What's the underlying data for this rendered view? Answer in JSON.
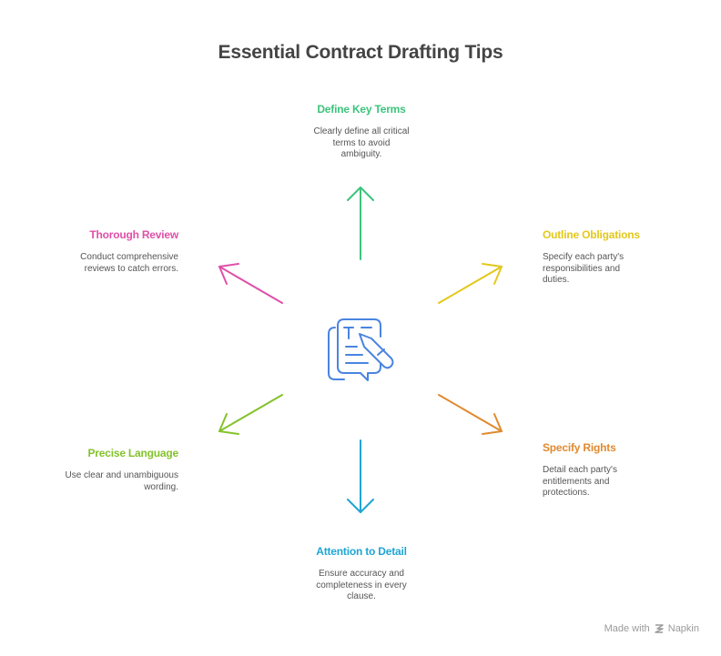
{
  "title": "Essential Contract Drafting Tips",
  "center_icon": "contract-edit-icon",
  "items": [
    {
      "id": "define",
      "title": "Define Key Terms",
      "description": "Clearly define all critical terms to avoid ambiguity.",
      "color": "#3cc47c",
      "direction": "up"
    },
    {
      "id": "outline",
      "title": "Outline Obligations",
      "description": "Specify each party's responsibilities and duties.",
      "color": "#e3c81a",
      "direction": "up-right"
    },
    {
      "id": "rights",
      "title": "Specify Rights",
      "description": "Detail each party's entitlements and protections.",
      "color": "#e08a2f",
      "direction": "down-right"
    },
    {
      "id": "attention",
      "title": "Attention to Detail",
      "description": "Ensure accuracy and completeness in every clause.",
      "color": "#1fa5d4",
      "direction": "down"
    },
    {
      "id": "precise",
      "title": "Precise Language",
      "description": "Use clear and unambiguous wording.",
      "color": "#84c22b",
      "direction": "down-left"
    },
    {
      "id": "review",
      "title": "Thorough Review",
      "description": "Conduct comprehensive reviews to catch errors.",
      "color": "#e04fa8",
      "direction": "up-left"
    }
  ],
  "colors": {
    "icon": "#4a84e0",
    "title_text": "#444444"
  },
  "credit": {
    "text": "Made with",
    "brand": "Napkin",
    "icon": "napkin-logo-icon"
  }
}
